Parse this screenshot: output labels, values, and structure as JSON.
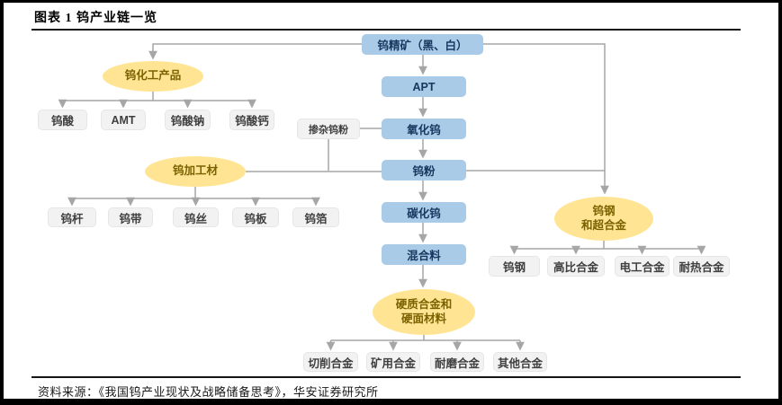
{
  "page": {
    "title": "图表 1 钨产业链一览",
    "source": "资料来源：《我国钨产业现状及战略储备思考》，华安证券研究所"
  },
  "colors": {
    "process_box": "#A9CBE8",
    "process_text": "#17375E",
    "group_ellipse": "#FFE593",
    "group_text": "#7B6100",
    "leaf_box": "#F2F2F2",
    "leaf_text": "#3F3F3F",
    "connector": "#A6A6A6"
  },
  "diagram": {
    "ore": "钨精矿（黑、白）",
    "apt": "APT",
    "oxide": "氧化钨",
    "powder": "钨粉",
    "carbide": "碳化钨",
    "mixture": "混合料",
    "doped_powder": "掺杂钨粉",
    "chem_group": "钨化工产品",
    "chem_items": [
      "钨酸",
      "AMT",
      "钨酸钠",
      "钨酸钙"
    ],
    "proc_group": "钨加工材",
    "proc_items": [
      "钨杆",
      "钨带",
      "钨丝",
      "钨板",
      "钨箔"
    ],
    "steel_group_line1": "钨钢",
    "steel_group_line2": "和超合金",
    "steel_items": [
      "钨钢",
      "高比合金",
      "电工合金",
      "耐热合金"
    ],
    "hard_group_line1": "硬质合金和",
    "hard_group_line2": "硬面材料",
    "hard_items": [
      "切削合金",
      "矿用合金",
      "耐磨合金",
      "其他合金"
    ]
  }
}
